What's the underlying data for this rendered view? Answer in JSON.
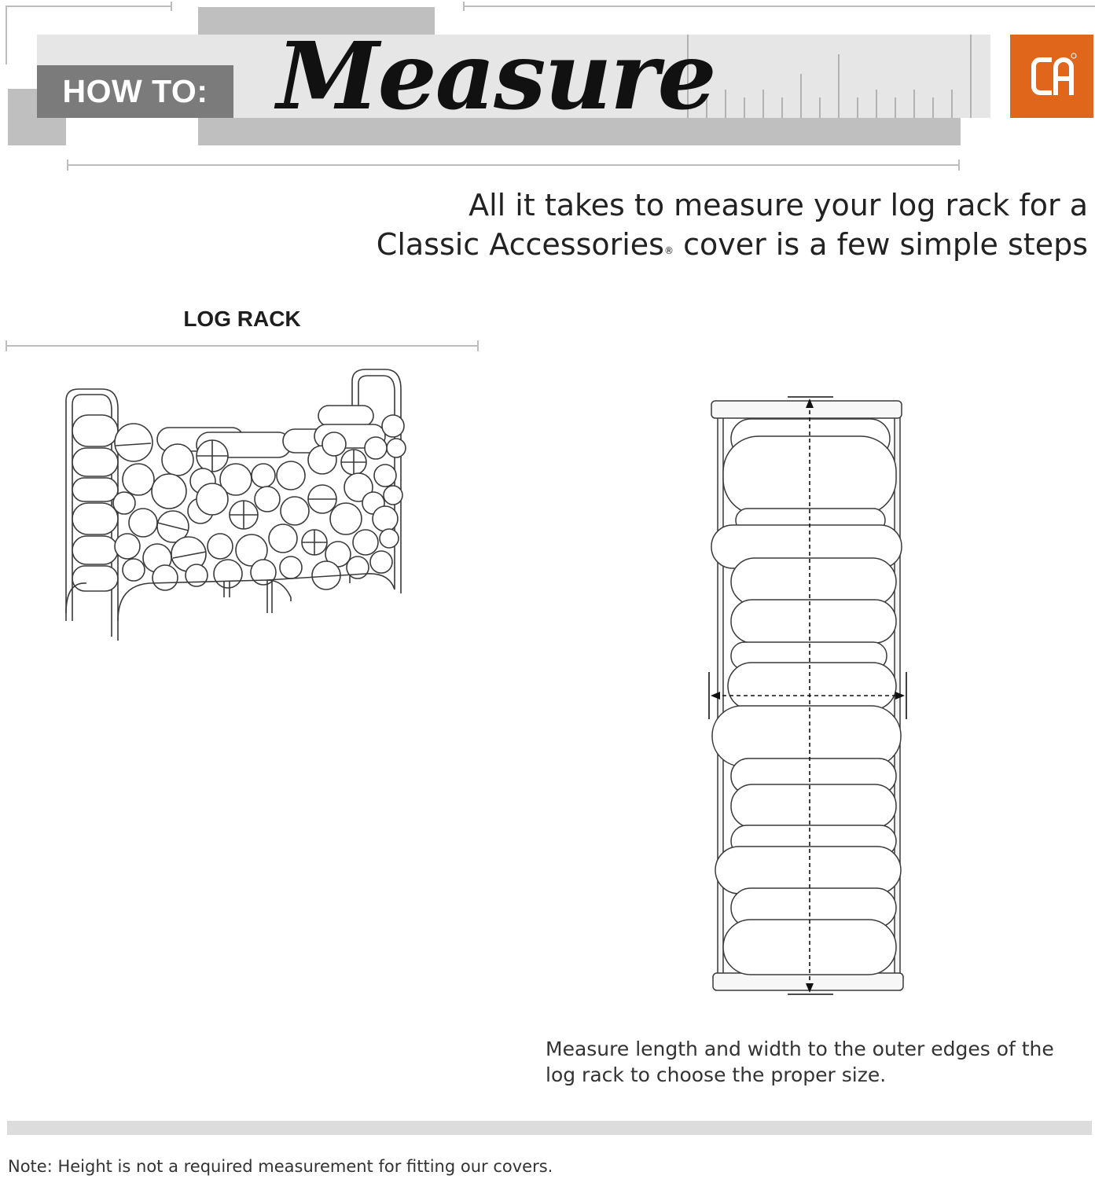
{
  "header": {
    "howto_label": "HOW TO:",
    "title": "Measure",
    "logo_icon": "classic-accessories-logo-icon",
    "accent_color": "#e0661c"
  },
  "intro": {
    "line1": "All it takes to measure your log rack for a",
    "line2_part1": "Classic Accessories",
    "line2_mark": "®",
    "line2_part2": " cover is a few simple steps"
  },
  "section": {
    "label": "LOG RACK"
  },
  "instruction": {
    "text": "Measure length and width to the outer edges of the log rack to choose the proper size."
  },
  "footer": {
    "note": "Note: Height is not a required measurement for fitting our covers."
  }
}
